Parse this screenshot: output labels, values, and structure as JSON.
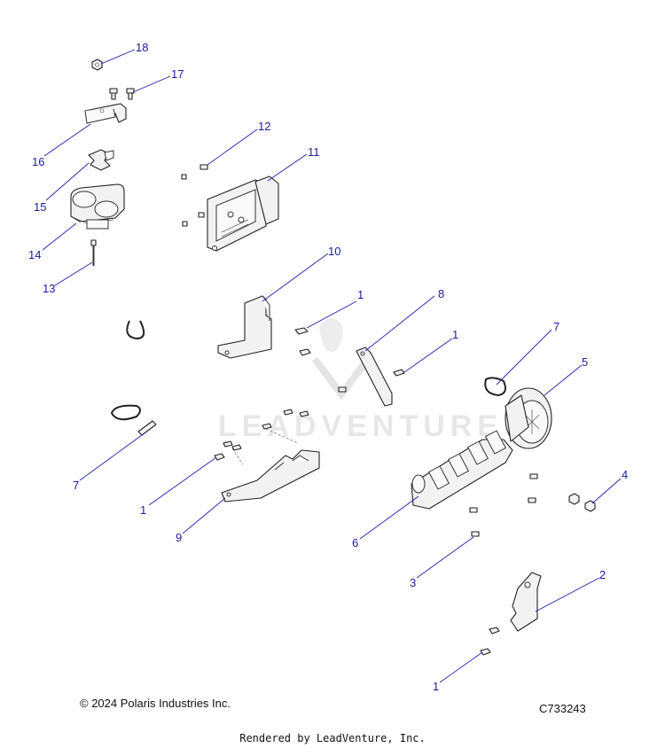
{
  "diagram": {
    "watermark": "LEADVENTURE",
    "callouts": [
      {
        "id": "c18",
        "label": "18"
      },
      {
        "id": "c17",
        "label": "17"
      },
      {
        "id": "c16",
        "label": "16"
      },
      {
        "id": "c15",
        "label": "15"
      },
      {
        "id": "c14",
        "label": "14"
      },
      {
        "id": "c13",
        "label": "13"
      },
      {
        "id": "c12",
        "label": "12"
      },
      {
        "id": "c11",
        "label": "11"
      },
      {
        "id": "c10",
        "label": "10"
      },
      {
        "id": "c1a",
        "label": "1"
      },
      {
        "id": "c8",
        "label": "8"
      },
      {
        "id": "c1b",
        "label": "1"
      },
      {
        "id": "c7a",
        "label": "7"
      },
      {
        "id": "c5",
        "label": "5"
      },
      {
        "id": "c7b",
        "label": "7"
      },
      {
        "id": "c1c",
        "label": "1"
      },
      {
        "id": "c9",
        "label": "9"
      },
      {
        "id": "c4",
        "label": "4"
      },
      {
        "id": "c6",
        "label": "6"
      },
      {
        "id": "c3",
        "label": "3"
      },
      {
        "id": "c2",
        "label": "2"
      },
      {
        "id": "c1d",
        "label": "1"
      }
    ]
  },
  "footer": {
    "copyright": "© 2024 Polaris Industries Inc.",
    "drawing_id": "C733243",
    "rendered_by": "Rendered by LeadVenture, Inc."
  }
}
